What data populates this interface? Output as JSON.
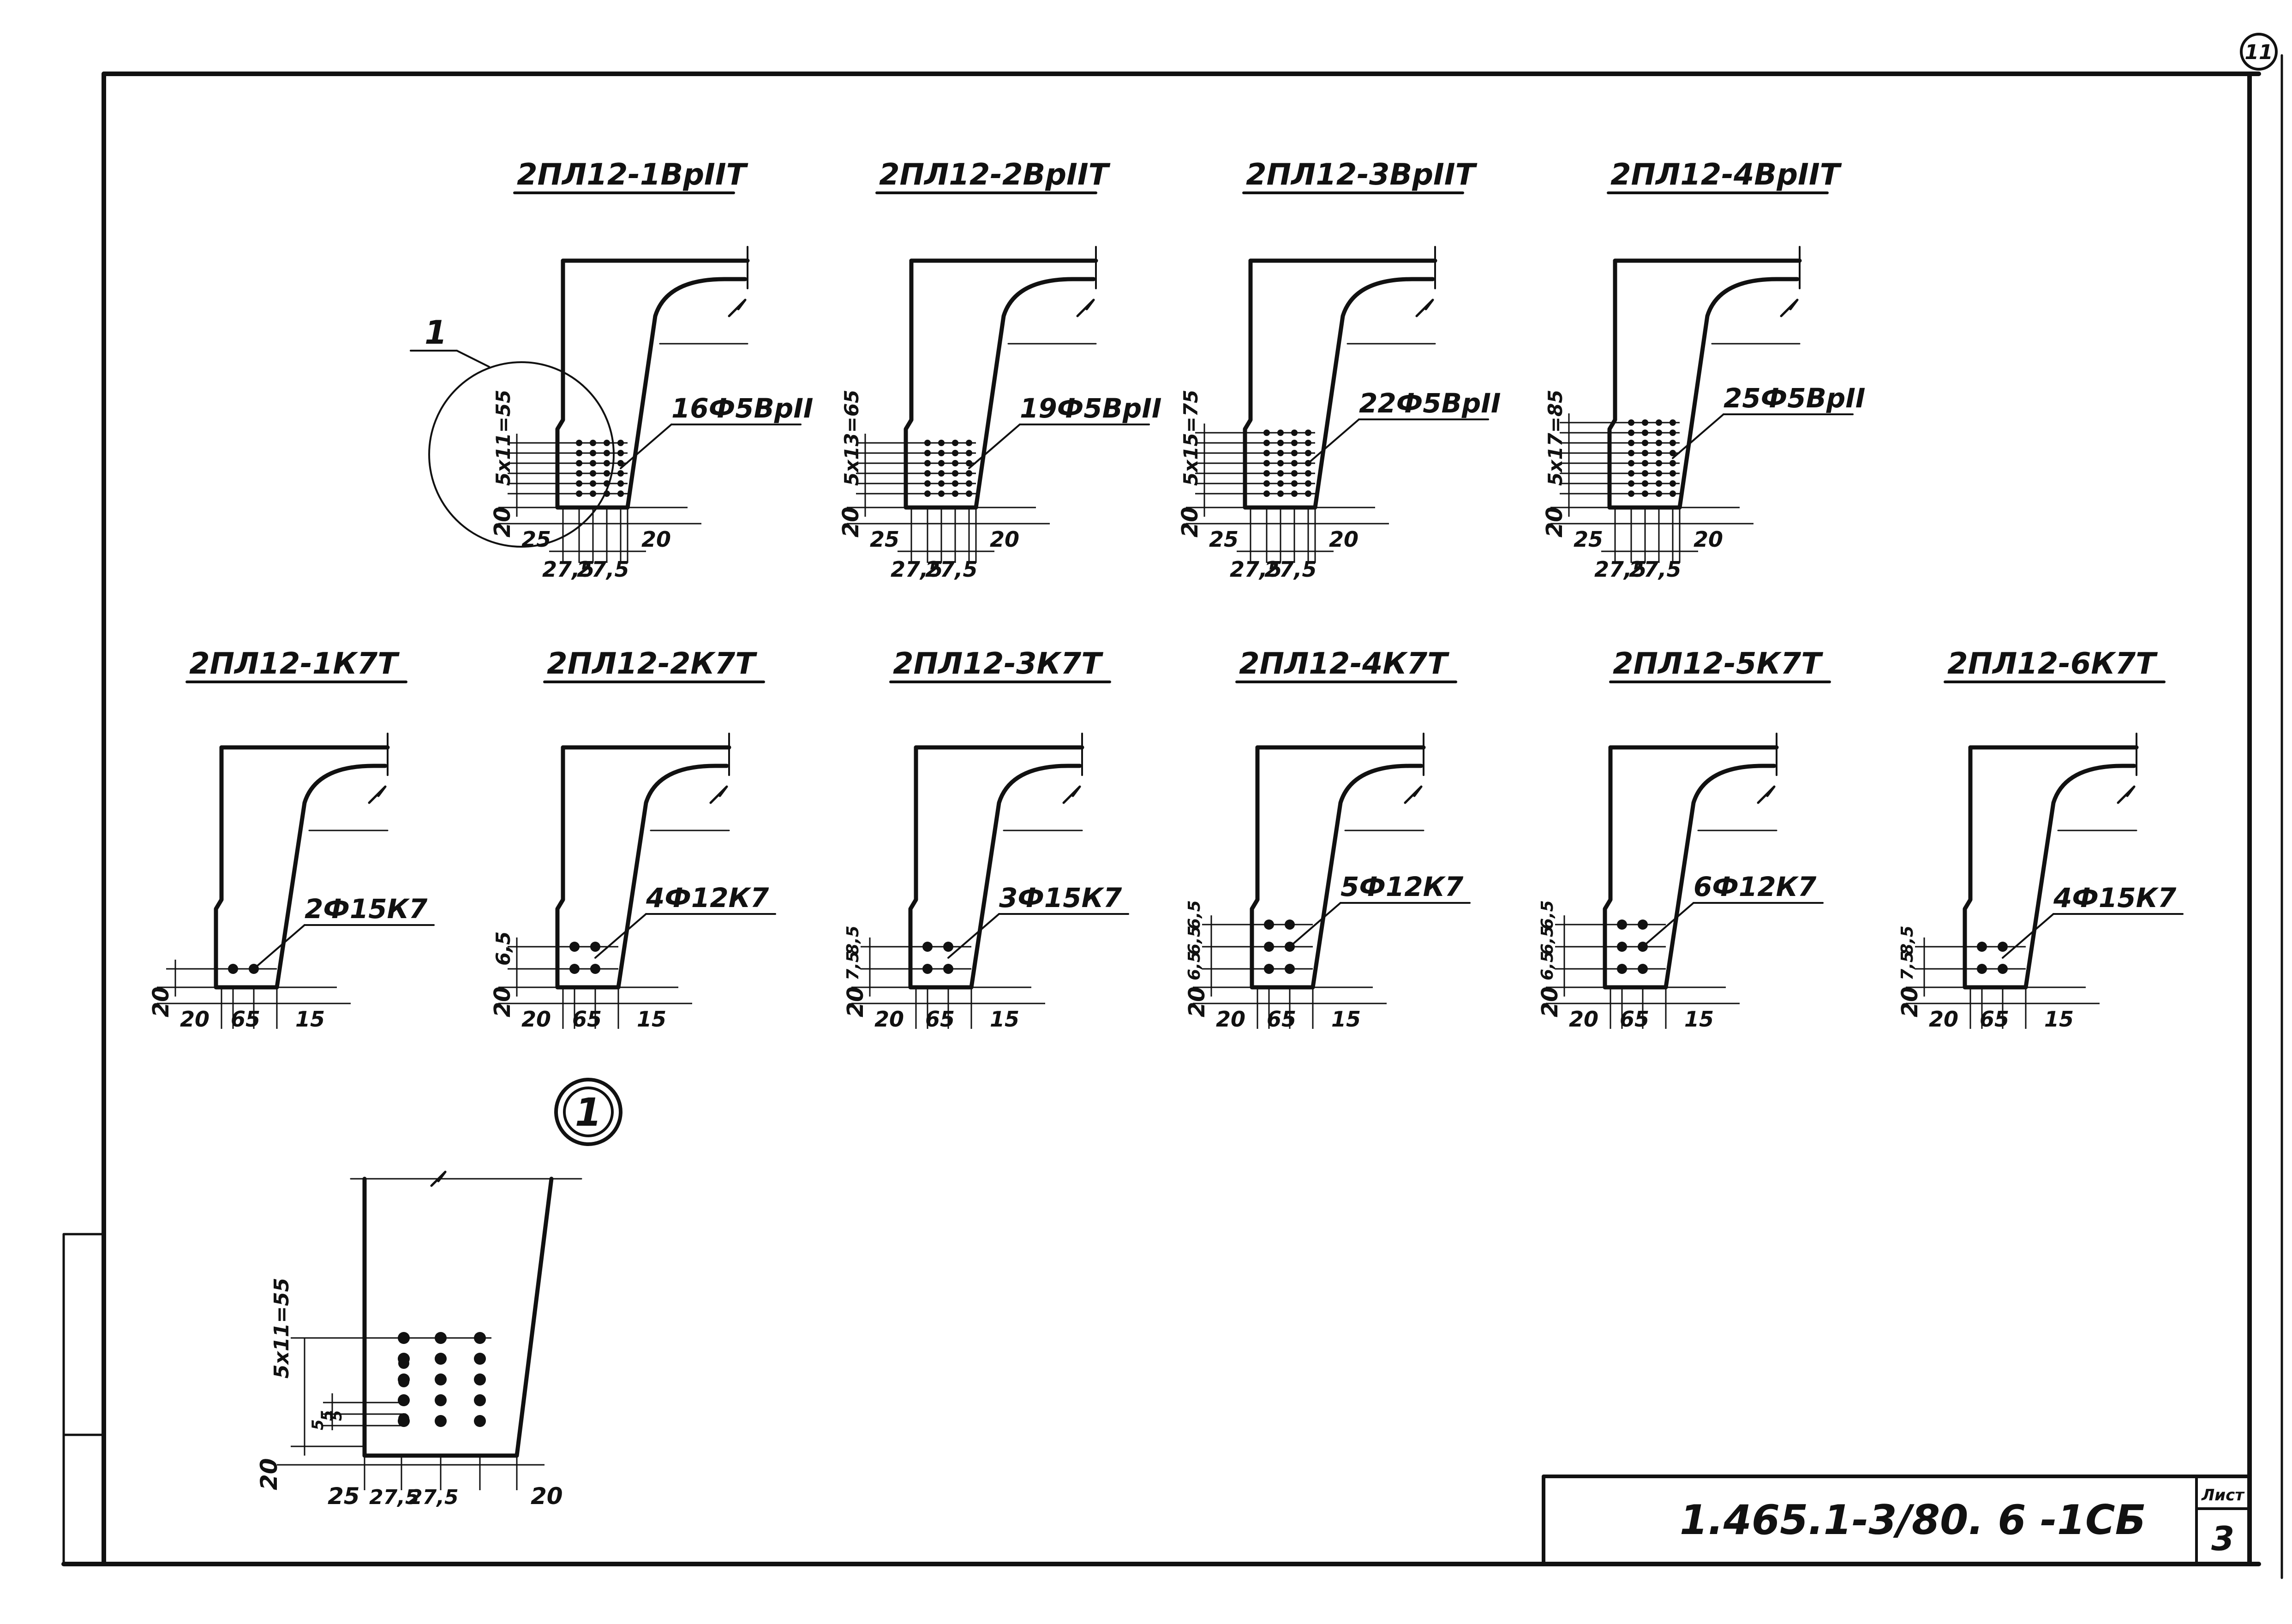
{
  "sheet": {
    "code": "1.465.1-3/80. 6 -1СБ",
    "corner_mark": "11",
    "sheet_label": "Лист",
    "sheet_number": "3"
  },
  "details": [
    {
      "title": "2ПЛ12-1ВрIIТ",
      "bars": "16Ф5ВрII",
      "spacing": "5х11=55",
      "dims": [
        "20",
        "25",
        "20",
        "27,5",
        "27,5"
      ],
      "rows": 6,
      "cols": 4
    },
    {
      "title": "2ПЛ12-2ВрIIТ",
      "bars": "19Ф5ВрII",
      "spacing": "5х13=65",
      "dims": [
        "20",
        "25",
        "20",
        "27,5",
        "27,5"
      ],
      "rows": 6,
      "cols": 4
    },
    {
      "title": "2ПЛ12-3ВрIIТ",
      "bars": "22Ф5ВрII",
      "spacing": "5х15=75",
      "dims": [
        "20",
        "25",
        "20",
        "27,5",
        "27,5"
      ],
      "rows": 7,
      "cols": 4
    },
    {
      "title": "2ПЛ12-4ВрIIТ",
      "bars": "25Ф5ВрII",
      "spacing": "5х17=85",
      "dims": [
        "20",
        "25",
        "20",
        "27,5",
        "27,5"
      ],
      "rows": 8,
      "cols": 4
    },
    {
      "title": "2ПЛ12-1К7Т",
      "bars": "2Ф15К7",
      "dims": [
        "20",
        "20",
        "65",
        "15"
      ],
      "rows": 1,
      "cols": 2
    },
    {
      "title": "2ПЛ12-2К7Т",
      "bars": "4Ф12К7",
      "spacing": "6,5",
      "dims": [
        "20",
        "6,5",
        "20",
        "65",
        "15"
      ],
      "rows": 2,
      "cols": 2
    },
    {
      "title": "2ПЛ12-3К7Т",
      "bars": "3Ф15К7",
      "dims": [
        "20",
        "7,5",
        "8,5",
        "20",
        "65",
        "15"
      ],
      "rows": 2,
      "cols": 2
    },
    {
      "title": "2ПЛ12-4К7Т",
      "bars": "5Ф12К7",
      "dims": [
        "20",
        "6,5",
        "6,5",
        "6,5",
        "20",
        "65",
        "15"
      ],
      "rows": 3,
      "cols": 2
    },
    {
      "title": "2ПЛ12-5К7Т",
      "bars": "6Ф12К7",
      "dims": [
        "20",
        "6,5",
        "6,5",
        "6,5",
        "20",
        "65",
        "15"
      ],
      "rows": 3,
      "cols": 2
    },
    {
      "title": "2ПЛ12-6К7Т",
      "bars": "4Ф15К7",
      "dims": [
        "20",
        "7,5",
        "8,5",
        "20",
        "65",
        "15"
      ],
      "rows": 2,
      "cols": 2
    }
  ],
  "callout": {
    "label": "1"
  },
  "enlarged": {
    "spacing": "5х11=55",
    "small_a": "5",
    "small_b": "5",
    "small_c": "5",
    "dims": [
      "20",
      "25",
      "27,5",
      "27,5",
      "20"
    ]
  }
}
